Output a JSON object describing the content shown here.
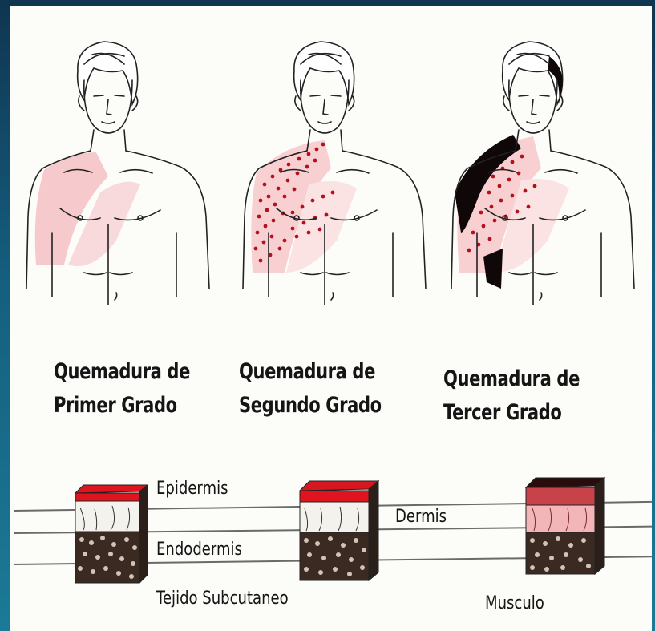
{
  "figures": [
    {
      "title_line1": "Quemadura de",
      "title_line2": "Primer Grado"
    },
    {
      "title_line1": "Quemadura de",
      "title_line2": "Segundo Grado"
    },
    {
      "title_line1": "Quemadura de",
      "title_line2": "Tercer Grado"
    }
  ],
  "skin_layers": {
    "epidermis": "Epidermis",
    "endodermis": "Endodermis",
    "subcutaneous": "Tejido Subcutaneo",
    "dermis": "Dermis",
    "muscle": "Musculo"
  },
  "colors": {
    "first_degree": "#f6c9cc",
    "second_degree": "#c0202a",
    "third_degree": "#100808",
    "epidermis_red": "#e0141e"
  }
}
